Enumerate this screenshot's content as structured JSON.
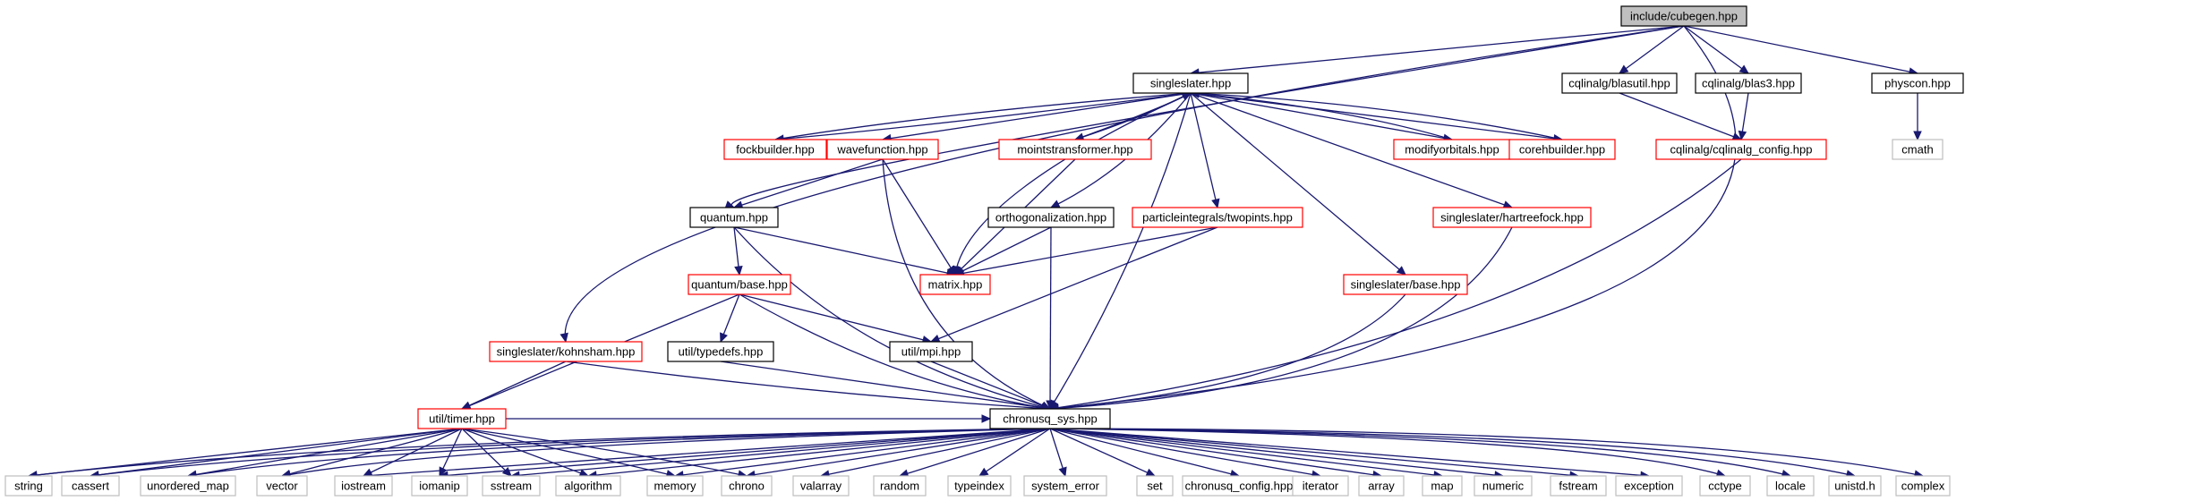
{
  "graph": {
    "nodes": [
      {
        "id": "cubegen",
        "label": "include/cubegen.hpp",
        "kind": "root"
      },
      {
        "id": "singleslater",
        "label": "singleslater.hpp",
        "kind": "normal"
      },
      {
        "id": "blasutil",
        "label": "cqlinalg/blasutil.hpp",
        "kind": "normal"
      },
      {
        "id": "blas3",
        "label": "cqlinalg/blas3.hpp",
        "kind": "normal"
      },
      {
        "id": "physcon",
        "label": "physcon.hpp",
        "kind": "normal"
      },
      {
        "id": "cmath",
        "label": "cmath",
        "kind": "sys"
      },
      {
        "id": "fockbuilder",
        "label": "fockbuilder.hpp",
        "kind": "red"
      },
      {
        "id": "wavefunction",
        "label": "wavefunction.hpp",
        "kind": "red"
      },
      {
        "id": "mointstransformer",
        "label": "mointstransformer.hpp",
        "kind": "red"
      },
      {
        "id": "modifyorbitals",
        "label": "modifyorbitals.hpp",
        "kind": "red"
      },
      {
        "id": "corehbuilder",
        "label": "corehbuilder.hpp",
        "kind": "red"
      },
      {
        "id": "cqlinalg_config",
        "label": "cqlinalg/cqlinalg_config.hpp",
        "kind": "red"
      },
      {
        "id": "quantum",
        "label": "quantum.hpp",
        "kind": "normal"
      },
      {
        "id": "orthogonalization",
        "label": "orthogonalization.hpp",
        "kind": "normal"
      },
      {
        "id": "twopints",
        "label": "particleintegrals/twopints.hpp",
        "kind": "red"
      },
      {
        "id": "hartreefock",
        "label": "singleslater/hartreefock.hpp",
        "kind": "red"
      },
      {
        "id": "quantum_base",
        "label": "quantum/base.hpp",
        "kind": "red"
      },
      {
        "id": "matrix",
        "label": "matrix.hpp",
        "kind": "red"
      },
      {
        "id": "ss_base",
        "label": "singleslater/base.hpp",
        "kind": "red"
      },
      {
        "id": "kohnsham",
        "label": "singleslater/kohnsham.hpp",
        "kind": "red"
      },
      {
        "id": "typedefs",
        "label": "util/typedefs.hpp",
        "kind": "normal"
      },
      {
        "id": "mpi",
        "label": "util/mpi.hpp",
        "kind": "normal"
      },
      {
        "id": "timer",
        "label": "util/timer.hpp",
        "kind": "red"
      },
      {
        "id": "chronusq_sys",
        "label": "chronusq_sys.hpp",
        "kind": "normal"
      },
      {
        "id": "string",
        "label": "string",
        "kind": "sys"
      },
      {
        "id": "cassert",
        "label": "cassert",
        "kind": "sys"
      },
      {
        "id": "unordered_map",
        "label": "unordered_map",
        "kind": "sys"
      },
      {
        "id": "vector",
        "label": "vector",
        "kind": "sys"
      },
      {
        "id": "iostream",
        "label": "iostream",
        "kind": "sys"
      },
      {
        "id": "iomanip",
        "label": "iomanip",
        "kind": "sys"
      },
      {
        "id": "sstream",
        "label": "sstream",
        "kind": "sys"
      },
      {
        "id": "algorithm",
        "label": "algorithm",
        "kind": "sys"
      },
      {
        "id": "memory",
        "label": "memory",
        "kind": "sys"
      },
      {
        "id": "chrono",
        "label": "chrono",
        "kind": "sys"
      },
      {
        "id": "valarray",
        "label": "valarray",
        "kind": "sys"
      },
      {
        "id": "random",
        "label": "random",
        "kind": "sys"
      },
      {
        "id": "typeindex",
        "label": "typeindex",
        "kind": "sys"
      },
      {
        "id": "system_error",
        "label": "system_error",
        "kind": "sys"
      },
      {
        "id": "set",
        "label": "set",
        "kind": "sys"
      },
      {
        "id": "chronusq_config",
        "label": "chronusq_config.hpp",
        "kind": "sys"
      },
      {
        "id": "iterator",
        "label": "iterator",
        "kind": "sys"
      },
      {
        "id": "array",
        "label": "array",
        "kind": "sys"
      },
      {
        "id": "map",
        "label": "map",
        "kind": "sys"
      },
      {
        "id": "numeric",
        "label": "numeric",
        "kind": "sys"
      },
      {
        "id": "fstream",
        "label": "fstream",
        "kind": "sys"
      },
      {
        "id": "exception",
        "label": "exception",
        "kind": "sys"
      },
      {
        "id": "cctype",
        "label": "cctype",
        "kind": "sys"
      },
      {
        "id": "locale",
        "label": "locale",
        "kind": "sys"
      },
      {
        "id": "unistd",
        "label": "unistd.h",
        "kind": "sys"
      },
      {
        "id": "complex",
        "label": "complex",
        "kind": "sys"
      }
    ],
    "edges": [
      [
        "cubegen",
        "singleslater"
      ],
      [
        "cubegen",
        "blasutil"
      ],
      [
        "cubegen",
        "blas3"
      ],
      [
        "cubegen",
        "physcon"
      ],
      [
        "cubegen",
        "quantum"
      ],
      [
        "cubegen",
        "kohnsham"
      ],
      [
        "cubegen",
        "chronusq_sys"
      ],
      [
        "physcon",
        "cmath"
      ],
      [
        "blasutil",
        "cqlinalg_config"
      ],
      [
        "blas3",
        "cqlinalg_config"
      ],
      [
        "cqlinalg_config",
        "chronusq_sys"
      ],
      [
        "singleslater",
        "fockbuilder"
      ],
      [
        "fockbuilder",
        "singleslater"
      ],
      [
        "singleslater",
        "wavefunction"
      ],
      [
        "singleslater",
        "mointstransformer"
      ],
      [
        "mointstransformer",
        "singleslater"
      ],
      [
        "singleslater",
        "modifyorbitals"
      ],
      [
        "modifyorbitals",
        "singleslater"
      ],
      [
        "singleslater",
        "corehbuilder"
      ],
      [
        "corehbuilder",
        "singleslater"
      ],
      [
        "singleslater",
        "orthogonalization"
      ],
      [
        "singleslater",
        "twopints"
      ],
      [
        "singleslater",
        "hartreefock"
      ],
      [
        "singleslater",
        "ss_base"
      ],
      [
        "singleslater",
        "matrix"
      ],
      [
        "singleslater",
        "chronusq_sys"
      ],
      [
        "wavefunction",
        "quantum"
      ],
      [
        "wavefunction",
        "matrix"
      ],
      [
        "wavefunction",
        "chronusq_sys"
      ],
      [
        "mointstransformer",
        "matrix"
      ],
      [
        "quantum",
        "quantum_base"
      ],
      [
        "quantum",
        "matrix"
      ],
      [
        "quantum",
        "chronusq_sys"
      ],
      [
        "orthogonalization",
        "matrix"
      ],
      [
        "orthogonalization",
        "chronusq_sys"
      ],
      [
        "twopints",
        "matrix"
      ],
      [
        "twopints",
        "mpi"
      ],
      [
        "hartreefock",
        "chronusq_sys"
      ],
      [
        "ss_base",
        "chronusq_sys"
      ],
      [
        "quantum_base",
        "typedefs"
      ],
      [
        "quantum_base",
        "mpi"
      ],
      [
        "quantum_base",
        "timer"
      ],
      [
        "quantum_base",
        "chronusq_sys"
      ],
      [
        "kohnsham",
        "timer"
      ],
      [
        "kohnsham",
        "chronusq_sys"
      ],
      [
        "typedefs",
        "chronusq_sys"
      ],
      [
        "mpi",
        "chronusq_sys"
      ],
      [
        "timer",
        "chronusq_sys"
      ],
      [
        "timer",
        "string"
      ],
      [
        "timer",
        "cassert"
      ],
      [
        "timer",
        "unordered_map"
      ],
      [
        "timer",
        "vector"
      ],
      [
        "timer",
        "iostream"
      ],
      [
        "timer",
        "iomanip"
      ],
      [
        "timer",
        "sstream"
      ],
      [
        "timer",
        "algorithm"
      ],
      [
        "timer",
        "memory"
      ],
      [
        "timer",
        "chrono"
      ],
      [
        "chronusq_sys",
        "string"
      ],
      [
        "chronusq_sys",
        "cassert"
      ],
      [
        "chronusq_sys",
        "unordered_map"
      ],
      [
        "chronusq_sys",
        "vector"
      ],
      [
        "chronusq_sys",
        "iostream"
      ],
      [
        "chronusq_sys",
        "iomanip"
      ],
      [
        "chronusq_sys",
        "sstream"
      ],
      [
        "chronusq_sys",
        "algorithm"
      ],
      [
        "chronusq_sys",
        "memory"
      ],
      [
        "chronusq_sys",
        "chrono"
      ],
      [
        "chronusq_sys",
        "valarray"
      ],
      [
        "chronusq_sys",
        "random"
      ],
      [
        "chronusq_sys",
        "typeindex"
      ],
      [
        "chronusq_sys",
        "system_error"
      ],
      [
        "chronusq_sys",
        "set"
      ],
      [
        "chronusq_sys",
        "chronusq_config"
      ],
      [
        "chronusq_sys",
        "iterator"
      ],
      [
        "chronusq_sys",
        "array"
      ],
      [
        "chronusq_sys",
        "map"
      ],
      [
        "chronusq_sys",
        "numeric"
      ],
      [
        "chronusq_sys",
        "fstream"
      ],
      [
        "chronusq_sys",
        "exception"
      ],
      [
        "chronusq_sys",
        "cctype"
      ],
      [
        "chronusq_sys",
        "locale"
      ],
      [
        "chronusq_sys",
        "unistd"
      ],
      [
        "chronusq_sys",
        "complex"
      ]
    ],
    "colors": {
      "edge": "#191970",
      "root_fill": "#bfbfbf",
      "red_border": "#ff0000",
      "sys_border": "#bfbfbf"
    }
  }
}
